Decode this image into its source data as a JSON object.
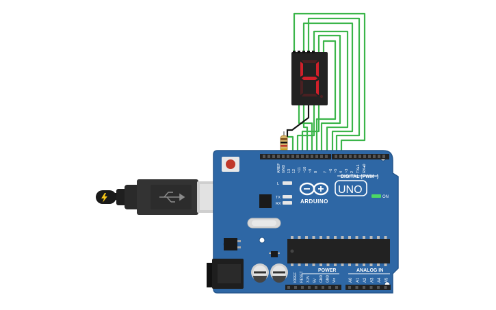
{
  "canvas": {
    "background": "#ffffff"
  },
  "display": {
    "digit_shown": "4",
    "lit_segments": [
      "b",
      "c",
      "f",
      "g"
    ],
    "segment_on_color": "#d0202a",
    "segment_off_color": "#4a2022",
    "body_color": "#222222"
  },
  "wires": {
    "color": "#3bb54a",
    "ground_wire_color": "#111111"
  },
  "board": {
    "color": "#2e67a5",
    "brand": "ARDUINO",
    "model": "UNO",
    "header_digital_label": "DIGITAL (PWM~)",
    "digital_pins": [
      "AREF",
      "GND",
      "13",
      "12",
      "~11",
      "~10",
      "~9",
      "8",
      "7",
      "~6",
      "~5",
      "4",
      "~3",
      "2",
      "TX▸1",
      "RX◂0"
    ],
    "led_labels": [
      "L",
      "TX",
      "RX"
    ],
    "on_label": "ON",
    "power_label": "POWER",
    "power_pins": [
      "IOREF",
      "RESET",
      "3.3V",
      "5V",
      "GND",
      "GND",
      "Vin"
    ],
    "analog_label": "ANALOG IN",
    "analog_pins": [
      "A0",
      "A1",
      "A2",
      "A3",
      "A4",
      "A5"
    ]
  },
  "usb": {
    "icon": "usb-icon",
    "plug_icon": "lightning-icon"
  }
}
